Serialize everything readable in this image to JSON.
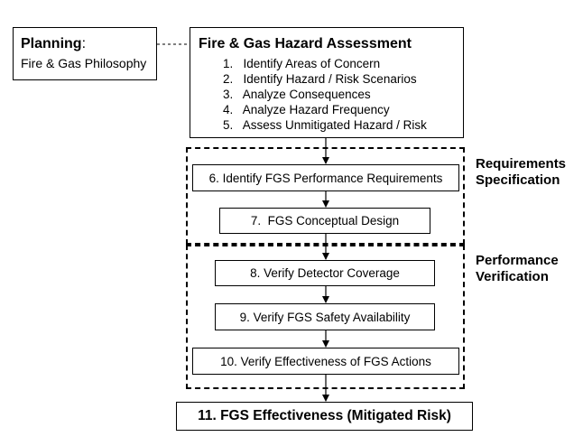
{
  "planning": {
    "title": "Planning",
    "colon": ":",
    "subtitle": "Fire & Gas Philosophy"
  },
  "assessment": {
    "title": "Fire & Gas Hazard Assessment",
    "steps": [
      "1.   Identify Areas of Concern",
      "2.   Identify Hazard / Risk Scenarios",
      "3.   Analyze Consequences",
      "4.   Analyze Hazard Frequency",
      "5.   Assess Unmitigated Hazard / Risk"
    ]
  },
  "requirements_spec": {
    "label_line1": "Requirements",
    "label_line2": "Specification",
    "steps": [
      "6. Identify FGS Performance Requirements",
      "7.  FGS Conceptual Design"
    ]
  },
  "performance_verif": {
    "label_line1": "Performance",
    "label_line2": "Verification",
    "steps": [
      "8. Verify Detector Coverage",
      "9. Verify FGS Safety Availability",
      "10. Verify Effectiveness of FGS Actions"
    ]
  },
  "result": {
    "label": "11. FGS Effectiveness (Mitigated Risk)"
  }
}
